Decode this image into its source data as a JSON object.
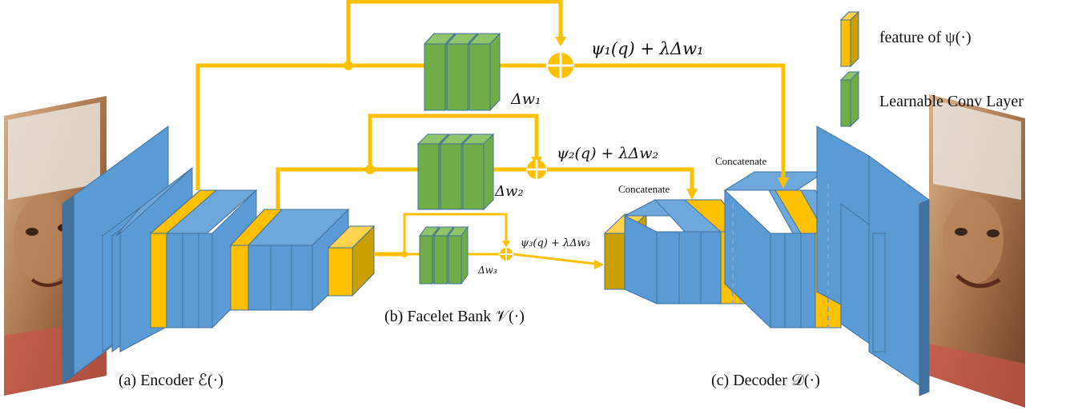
{
  "legend": {
    "feature_label": "feature of ψ(·)",
    "conv_label": "Learnable Conv Layer"
  },
  "labels": {
    "encoder": "(a) Encoder ℰ(·)",
    "facelet_bank": "(b) Facelet Bank 𝒱(·)",
    "decoder": "(c) Decoder 𝒟(·)"
  },
  "branches": [
    {
      "formula": "ψ₁(q) + λΔw₁",
      "delta": "Δw₁"
    },
    {
      "formula": "ψ₂(q) + λΔw₂",
      "delta": "Δw₂"
    },
    {
      "formula": "ψ₃(q) + λΔw₃",
      "delta": "Δw₃"
    }
  ],
  "concat_labels": [
    "Concatenate",
    "Concatenate"
  ],
  "colors": {
    "blue": "#5B9BD5",
    "blue_dark": "#41719C",
    "yellow": "#FFC000",
    "gold": "#C9A000",
    "green": "#70AD47",
    "green_dark": "#41719C",
    "arrow": "#FFC000"
  },
  "icons": [
    "face-photo-input",
    "face-photo-output",
    "summation-node-icon"
  ]
}
